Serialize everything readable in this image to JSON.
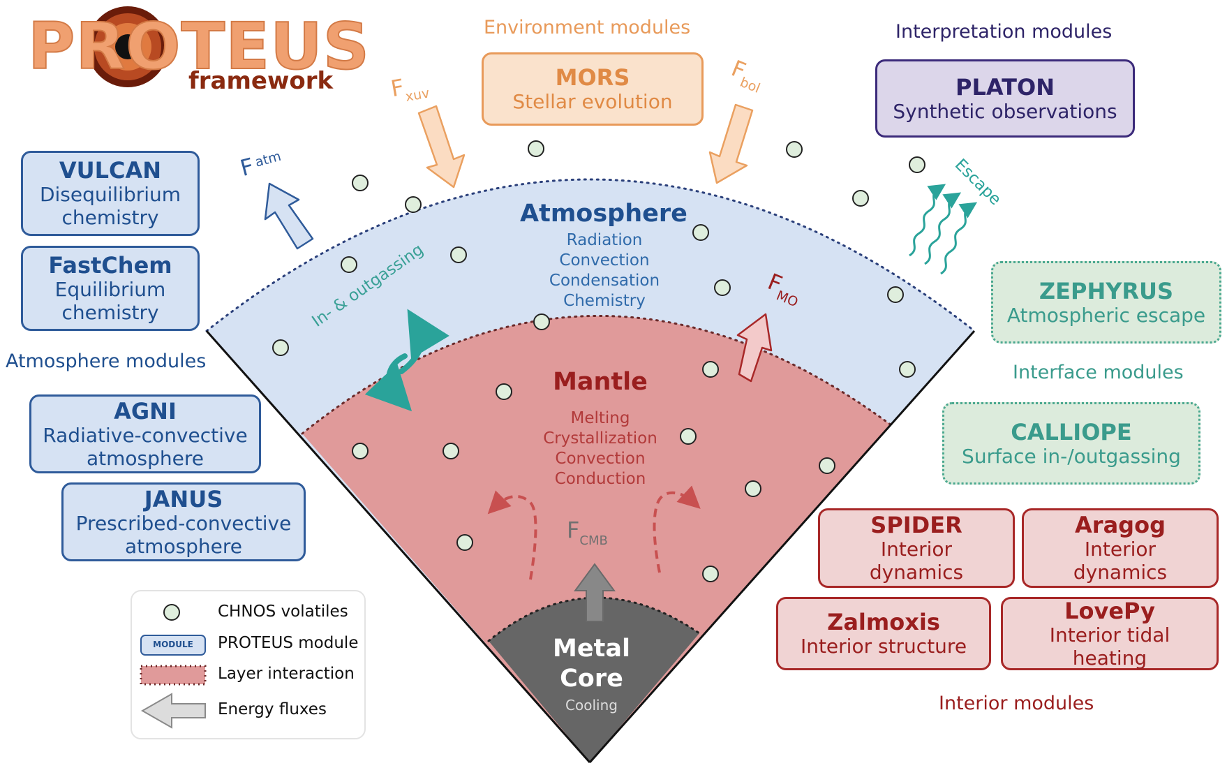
{
  "logo": {
    "main": "PROTEUS",
    "sub": "framework"
  },
  "groups": {
    "environment": "Environment modules",
    "interpretation": "Interpretation modules",
    "atmosphere": "Atmosphere modules",
    "interface": "Interface modules",
    "interior": "Interior modules"
  },
  "modules": {
    "mors": {
      "name": "MORS",
      "desc": "Stellar evolution"
    },
    "platon": {
      "name": "PLATON",
      "desc": "Synthetic observations"
    },
    "vulcan": {
      "name": "VULCAN",
      "desc": "Disequilibrium chemistry"
    },
    "fastchem": {
      "name": "FastChem",
      "desc": "Equilibrium chemistry"
    },
    "agni": {
      "name": "AGNI",
      "desc": "Radiative-convective atmosphere"
    },
    "janus": {
      "name": "JANUS",
      "desc": "Prescribed-convective atmosphere"
    },
    "zephyrus": {
      "name": "ZEPHYRUS",
      "desc": "Atmospheric escape"
    },
    "calliope": {
      "name": "CALLIOPE",
      "desc": "Surface in-/outgassing"
    },
    "spider": {
      "name": "SPIDER",
      "desc": "Interior dynamics"
    },
    "aragog": {
      "name": "Aragog",
      "desc": "Interior dynamics"
    },
    "zalmoxis": {
      "name": "Zalmoxis",
      "desc": "Interior structure"
    },
    "lovepy": {
      "name": "LovePy",
      "desc": "Interior tidal heating"
    }
  },
  "layers": {
    "atmosphere": {
      "title": "Atmosphere",
      "processes": [
        "Radiation",
        "Convection",
        "Condensation",
        "Chemistry"
      ]
    },
    "mantle": {
      "title": "Mantle",
      "processes": [
        "Melting",
        "Crystallization",
        "Convection",
        "Conduction"
      ]
    },
    "core": {
      "title_1": "Metal",
      "title_2": "Core",
      "process": "Cooling"
    }
  },
  "fluxes": {
    "xuv": {
      "main": "F",
      "sub": "xuv"
    },
    "bol": {
      "main": "F",
      "sub": "bol"
    },
    "atm": {
      "main": "F",
      "sub": "atm"
    },
    "mo": {
      "main": "F",
      "sub": "MO"
    },
    "cmb": {
      "main": "F",
      "sub": "CMB"
    }
  },
  "annotations": {
    "outgassing": "In- & outgassing",
    "escape": "Escape"
  },
  "legend": {
    "module_chip": "MODULE",
    "items": [
      "CHNOS volatiles",
      "PROTEUS module",
      "Layer interaction",
      "Energy fluxes"
    ]
  },
  "colors": {
    "atmosphere_fill": "#d6e2f3",
    "mantle_fill": "#e09a9a",
    "core_fill": "#666666",
    "volatile_fill": "#dfeedd",
    "logo_orange": "#f0a070",
    "logo_darkred": "#8a2a10"
  }
}
